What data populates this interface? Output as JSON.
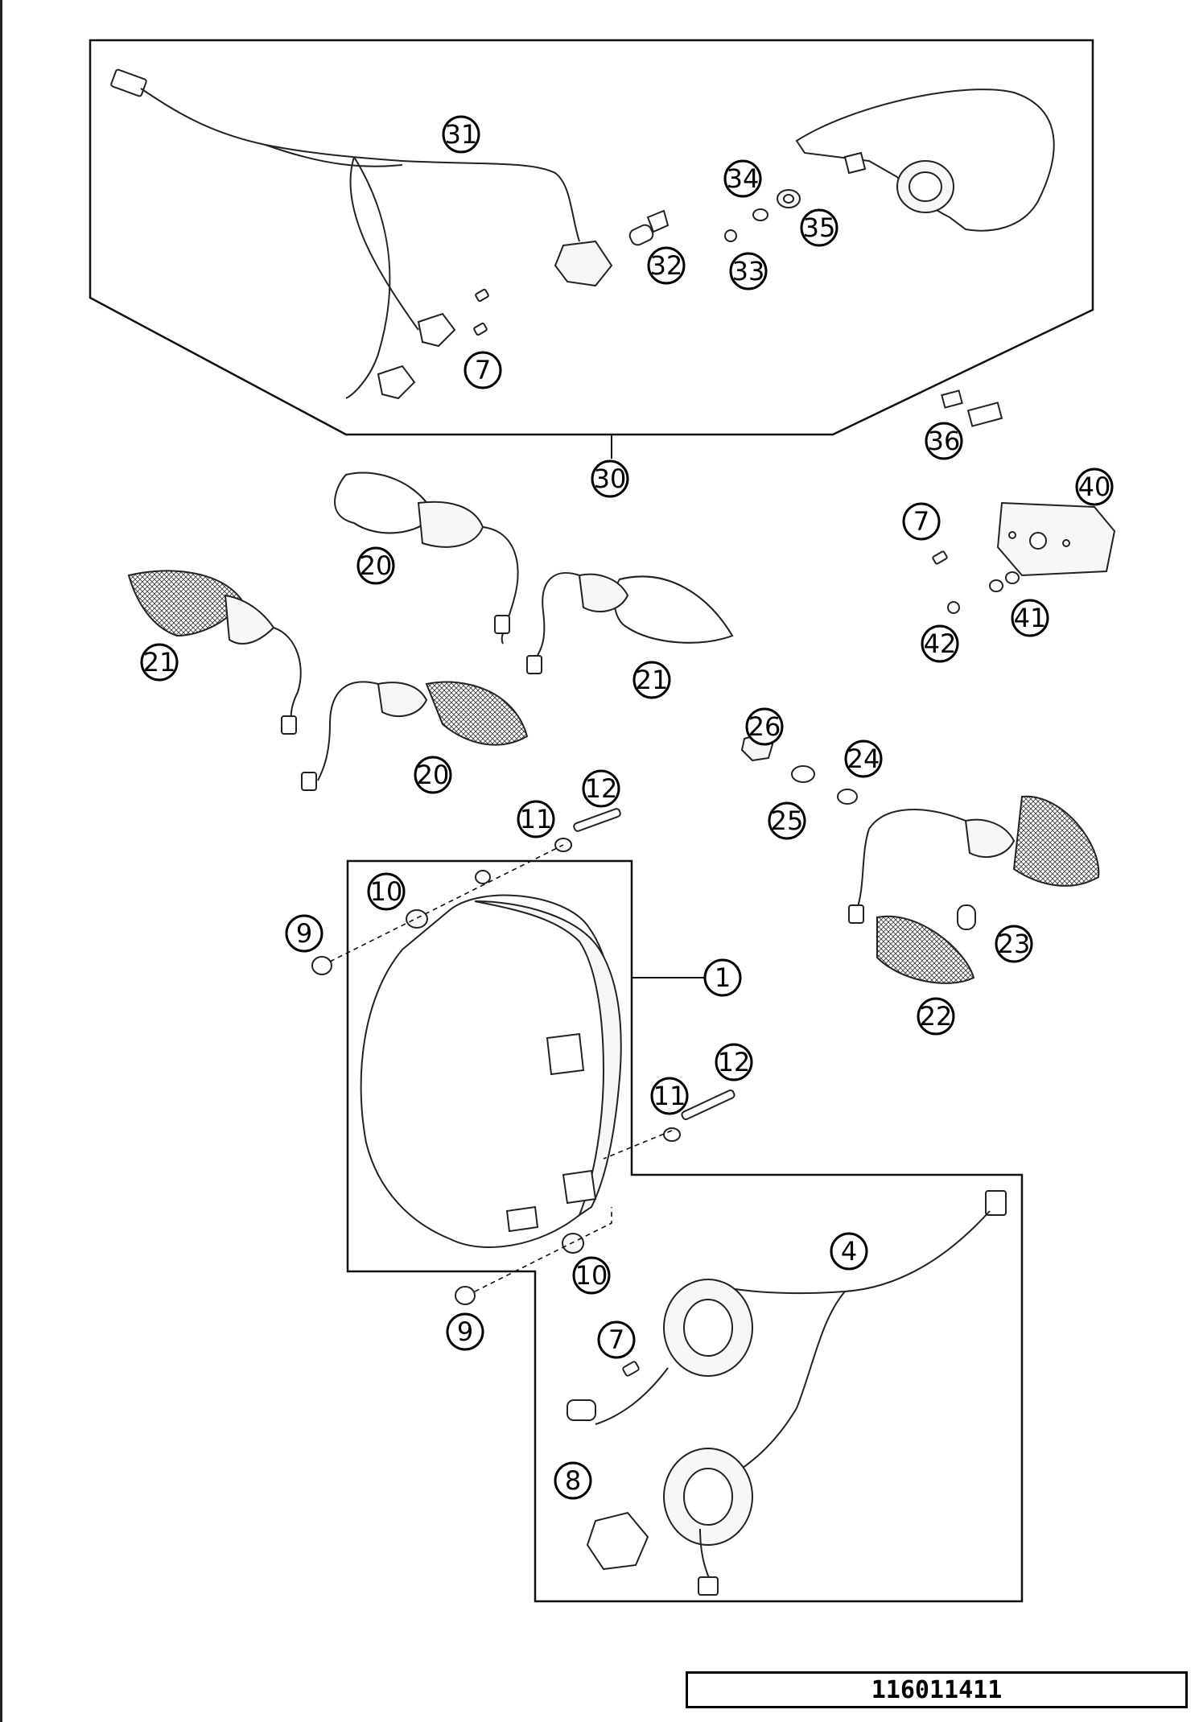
{
  "diagram": {
    "reference_number": "116011411",
    "callouts": [
      {
        "id": "c1",
        "label": "1"
      },
      {
        "id": "c4",
        "label": "4"
      },
      {
        "id": "c7a",
        "label": "7"
      },
      {
        "id": "c7b",
        "label": "7"
      },
      {
        "id": "c7c",
        "label": "7"
      },
      {
        "id": "c8",
        "label": "8"
      },
      {
        "id": "c9a",
        "label": "9"
      },
      {
        "id": "c9b",
        "label": "9"
      },
      {
        "id": "c10a",
        "label": "10"
      },
      {
        "id": "c10b",
        "label": "10"
      },
      {
        "id": "c11a",
        "label": "11"
      },
      {
        "id": "c11b",
        "label": "11"
      },
      {
        "id": "c12a",
        "label": "12"
      },
      {
        "id": "c12b",
        "label": "12"
      },
      {
        "id": "c20a",
        "label": "20"
      },
      {
        "id": "c20b",
        "label": "20"
      },
      {
        "id": "c21a",
        "label": "21"
      },
      {
        "id": "c21b",
        "label": "21"
      },
      {
        "id": "c22",
        "label": "22"
      },
      {
        "id": "c23",
        "label": "23"
      },
      {
        "id": "c24",
        "label": "24"
      },
      {
        "id": "c25",
        "label": "25"
      },
      {
        "id": "c26",
        "label": "26"
      },
      {
        "id": "c30",
        "label": "30"
      },
      {
        "id": "c31",
        "label": "31"
      },
      {
        "id": "c32",
        "label": "32"
      },
      {
        "id": "c33",
        "label": "33"
      },
      {
        "id": "c34",
        "label": "34"
      },
      {
        "id": "c35",
        "label": "35"
      },
      {
        "id": "c36",
        "label": "36"
      },
      {
        "id": "c40",
        "label": "40"
      },
      {
        "id": "c41",
        "label": "41"
      },
      {
        "id": "c42",
        "label": "42"
      }
    ]
  }
}
